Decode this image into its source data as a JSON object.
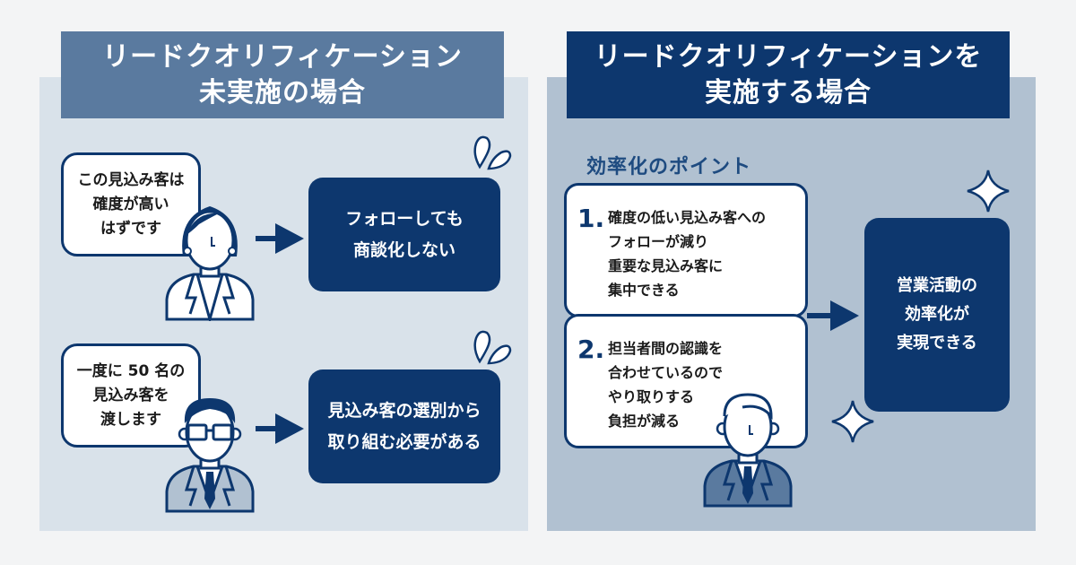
{
  "left_section": {
    "header_line1": "リードクオリフィケーション",
    "header_line2": "未実施の場合",
    "cases": [
      {
        "speech_lines": [
          "この見込み客は",
          "確度が高い",
          "はずです"
        ],
        "result_lines": [
          "フォローしても",
          "商談化しない"
        ],
        "person": "woman-icon"
      },
      {
        "speech_lines": [
          "一度に 50 名の",
          "見込み客を",
          "渡します"
        ],
        "result_lines": [
          "見込み客の選別から",
          "取り組む必要がある"
        ],
        "person": "man-with-glasses-icon"
      }
    ]
  },
  "right_section": {
    "header_line1": "リードクオリフィケーションを",
    "header_line2": "実施する場合",
    "points_title": "効率化のポイント",
    "points": [
      {
        "number": "1.",
        "lines": [
          "確度の低い見込み客への",
          "フォローが減り",
          "重要な見込み客に",
          "集中できる"
        ]
      },
      {
        "number": "2.",
        "lines": [
          "担当者間の認識を",
          "合わせているので",
          "やり取りする",
          "負担が減る"
        ]
      }
    ],
    "result_lines": [
      "営業活動の",
      "効率化が",
      "実現できる"
    ]
  },
  "colors": {
    "navy": "#0d376e",
    "steel_blue": "#5a7a9f",
    "left_bg": "#d9e2ea",
    "right_bg": "#b1c1d1",
    "page_bg": "#f3f4f5"
  }
}
